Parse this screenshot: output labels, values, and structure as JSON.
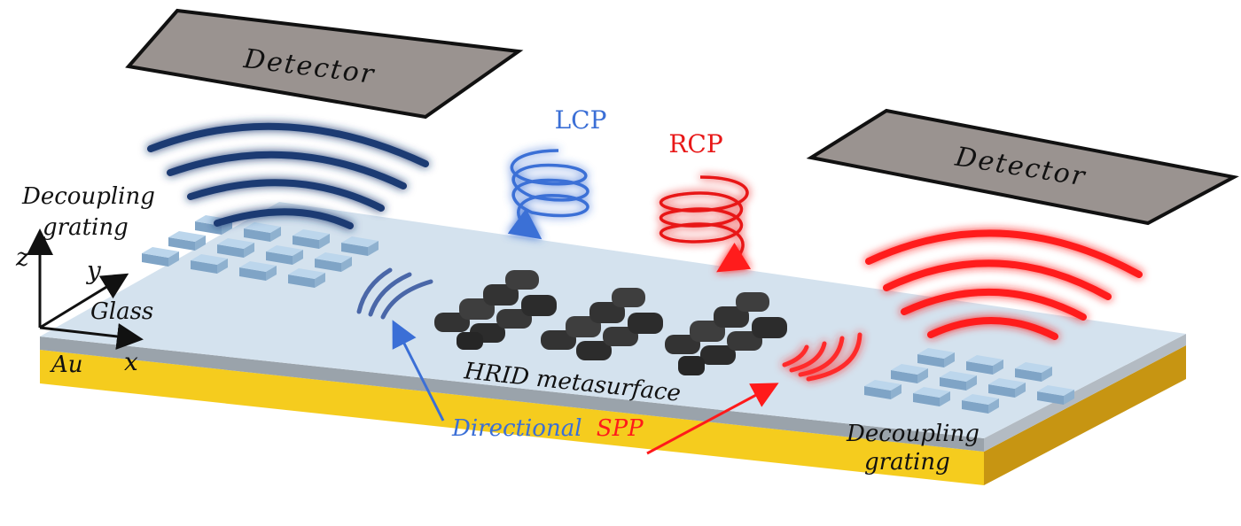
{
  "labels": {
    "detector_left": "Detector",
    "detector_right": "Detector",
    "decoupling_left_line1": "Decoupling",
    "decoupling_left_line2": "grating",
    "decoupling_right_line1": "Decoupling",
    "decoupling_right_line2": "grating",
    "lcp": "LCP",
    "rcp": "RCP",
    "axis_z": "z",
    "axis_y": "y",
    "axis_x": "x",
    "glass": "Glass",
    "au": "Au",
    "metasurface": "HRID metasurface",
    "directional": "Directional",
    "spp": "SPP"
  },
  "colors": {
    "gold": "#f5cc1e",
    "gold_side": "#c79512",
    "glass_top": "#d4e2ee",
    "glass_edge": "#9aa3ab",
    "detector": "#9a9390",
    "wave_left": "#1f3b73",
    "wave_right": "#ff1a1a",
    "lcp": "#3b6fd6",
    "rcp": "#e81818",
    "grating_block": "#a7c6e2",
    "meta_block": "#3a3a3a"
  }
}
